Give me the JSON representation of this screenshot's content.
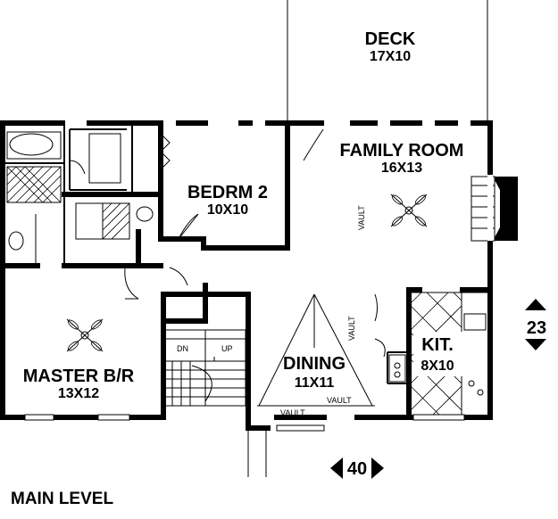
{
  "rooms": {
    "deck": {
      "name": "DECK",
      "dims": "17X10"
    },
    "family_room": {
      "name": "FAMILY ROOM",
      "dims": "16X13"
    },
    "bedroom2": {
      "name": "BEDRM 2",
      "dims": "10X10"
    },
    "master": {
      "name": "MASTER B/R",
      "dims": "13X12"
    },
    "dining": {
      "name": "DINING",
      "dims": "11X11"
    },
    "kitchen": {
      "name": "KIT.",
      "dims": "8X10"
    }
  },
  "labels": {
    "vault": "VAULT",
    "stair_down": "DN",
    "stair_up": "UP"
  },
  "dimensions": {
    "width": "40",
    "depth": "23"
  },
  "level_title": "MAIN LEVEL",
  "colors": {
    "ink": "#000000",
    "paper": "#ffffff"
  }
}
